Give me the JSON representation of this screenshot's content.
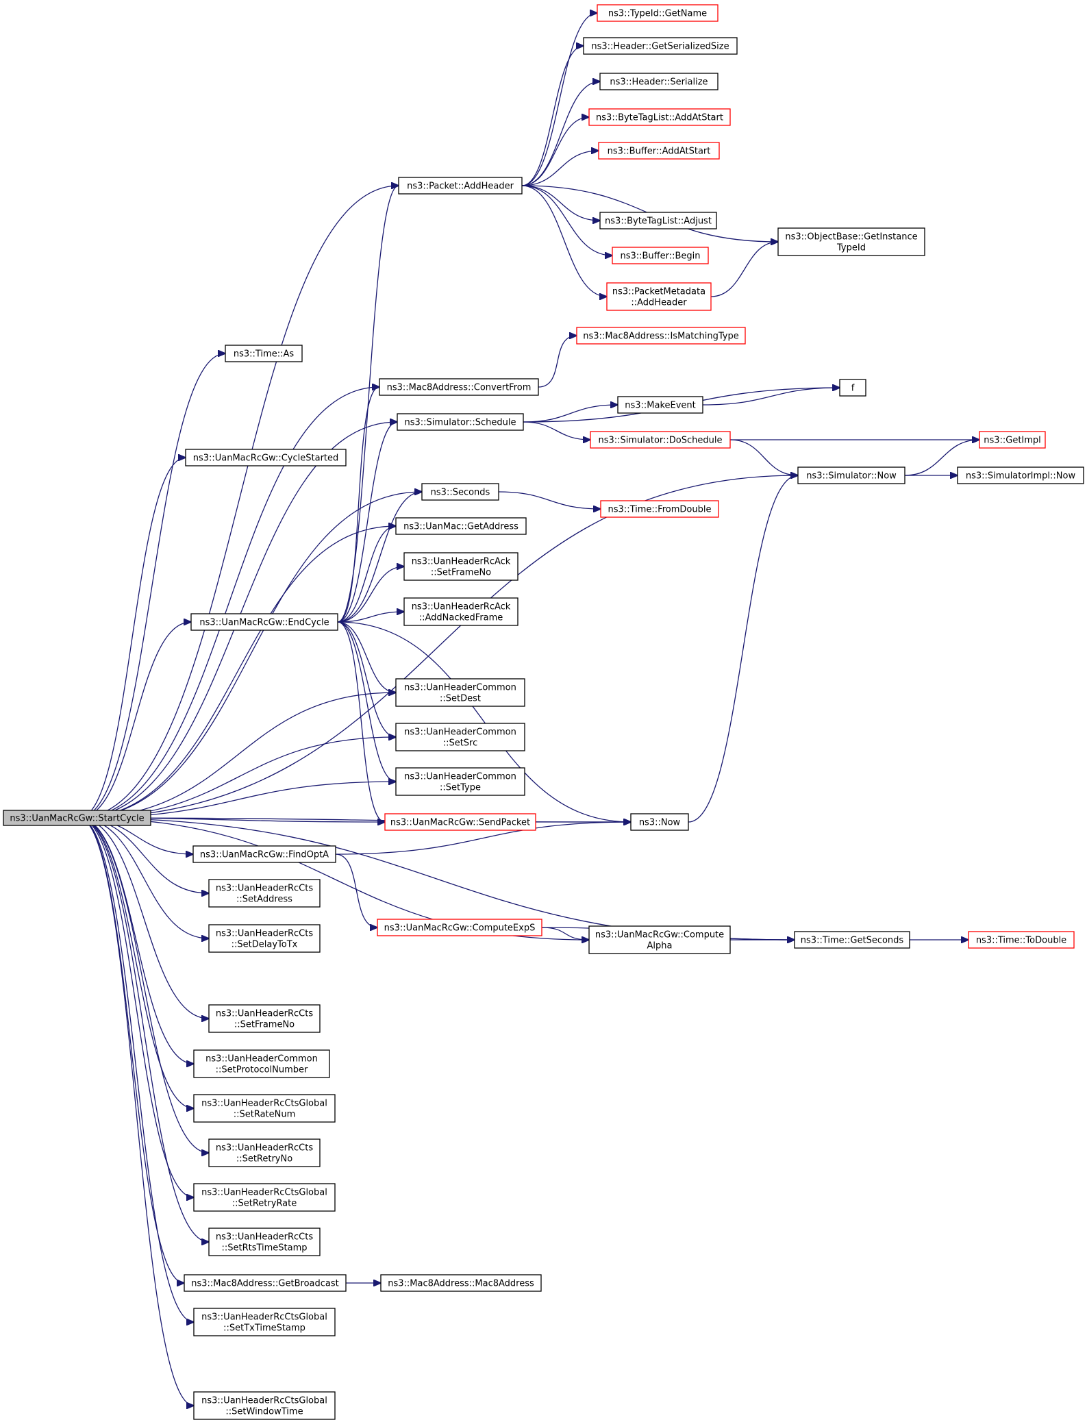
{
  "graph": {
    "root": "ns3::UanMacRcGw::StartCycle",
    "colors": {
      "edge": "#191970",
      "default_border": "#000000",
      "truncated_border": "#ff0000",
      "root_fill": "#bfbfbf"
    },
    "nodes": [
      {
        "id": "startcycle",
        "lines": [
          "ns3::UanMacRcGw::StartCycle"
        ],
        "style": "root"
      },
      {
        "id": "typeid_getname",
        "lines": [
          "ns3::TypeId::GetName"
        ],
        "style": "red"
      },
      {
        "id": "header_getserializedsize",
        "lines": [
          "ns3::Header::GetSerializedSize"
        ],
        "style": "black"
      },
      {
        "id": "header_serialize",
        "lines": [
          "ns3::Header::Serialize"
        ],
        "style": "black"
      },
      {
        "id": "bytetaglist_addatstart",
        "lines": [
          "ns3::ByteTagList::AddAtStart"
        ],
        "style": "red"
      },
      {
        "id": "buffer_addatstart",
        "lines": [
          "ns3::Buffer::AddAtStart"
        ],
        "style": "red"
      },
      {
        "id": "packet_addheader",
        "lines": [
          "ns3::Packet::AddHeader"
        ],
        "style": "black"
      },
      {
        "id": "bytetaglist_adjust",
        "lines": [
          "ns3::ByteTagList::Adjust"
        ],
        "style": "black"
      },
      {
        "id": "objectbase_getinstancetypeid",
        "lines": [
          "ns3::ObjectBase::GetInstance",
          "TypeId"
        ],
        "style": "black"
      },
      {
        "id": "buffer_begin",
        "lines": [
          "ns3::Buffer::Begin"
        ],
        "style": "red"
      },
      {
        "id": "packetmetadata_addheader",
        "lines": [
          "ns3::PacketMetadata",
          "::AddHeader"
        ],
        "style": "red"
      },
      {
        "id": "mac8_ismatchingtype",
        "lines": [
          "ns3::Mac8Address::IsMatchingType"
        ],
        "style": "red"
      },
      {
        "id": "time_as",
        "lines": [
          "ns3::Time::As"
        ],
        "style": "black"
      },
      {
        "id": "mac8_convertfrom",
        "lines": [
          "ns3::Mac8Address::ConvertFrom"
        ],
        "style": "black"
      },
      {
        "id": "f",
        "lines": [
          "f"
        ],
        "style": "black"
      },
      {
        "id": "makeevent",
        "lines": [
          "ns3::MakeEvent"
        ],
        "style": "black"
      },
      {
        "id": "simulator_schedule",
        "lines": [
          "ns3::Simulator::Schedule"
        ],
        "style": "black"
      },
      {
        "id": "simulator_doschedule",
        "lines": [
          "ns3::Simulator::DoSchedule"
        ],
        "style": "red"
      },
      {
        "id": "getimpl",
        "lines": [
          "ns3::GetImpl"
        ],
        "style": "red"
      },
      {
        "id": "cyclestarted",
        "lines": [
          "ns3::UanMacRcGw::CycleStarted"
        ],
        "style": "black"
      },
      {
        "id": "simulator_now",
        "lines": [
          "ns3::Simulator::Now"
        ],
        "style": "black"
      },
      {
        "id": "simulatorimpl_now",
        "lines": [
          "ns3::SimulatorImpl::Now"
        ],
        "style": "black"
      },
      {
        "id": "seconds",
        "lines": [
          "ns3::Seconds"
        ],
        "style": "black"
      },
      {
        "id": "time_fromdouble",
        "lines": [
          "ns3::Time::FromDouble"
        ],
        "style": "red"
      },
      {
        "id": "uanmac_getaddress",
        "lines": [
          "ns3::UanMac::GetAddress"
        ],
        "style": "black"
      },
      {
        "id": "ack_setframeno",
        "lines": [
          "ns3::UanHeaderRcAck",
          "::SetFrameNo"
        ],
        "style": "black"
      },
      {
        "id": "endcycle",
        "lines": [
          "ns3::UanMacRcGw::EndCycle"
        ],
        "style": "black"
      },
      {
        "id": "ack_addnackedframe",
        "lines": [
          "ns3::UanHeaderRcAck",
          "::AddNackedFrame"
        ],
        "style": "black"
      },
      {
        "id": "common_setdest",
        "lines": [
          "ns3::UanHeaderCommon",
          "::SetDest"
        ],
        "style": "black"
      },
      {
        "id": "common_setsrc",
        "lines": [
          "ns3::UanHeaderCommon",
          "::SetSrc"
        ],
        "style": "black"
      },
      {
        "id": "common_settype",
        "lines": [
          "ns3::UanHeaderCommon",
          "::SetType"
        ],
        "style": "black"
      },
      {
        "id": "sendpacket",
        "lines": [
          "ns3::UanMacRcGw::SendPacket"
        ],
        "style": "red"
      },
      {
        "id": "now",
        "lines": [
          "ns3::Now"
        ],
        "style": "black"
      },
      {
        "id": "findopta",
        "lines": [
          "ns3::UanMacRcGw::FindOptA"
        ],
        "style": "black"
      },
      {
        "id": "cts_setaddress",
        "lines": [
          "ns3::UanHeaderRcCts",
          "::SetAddress"
        ],
        "style": "black"
      },
      {
        "id": "computeexps",
        "lines": [
          "ns3::UanMacRcGw::ComputeExpS"
        ],
        "style": "red"
      },
      {
        "id": "computealpha",
        "lines": [
          "ns3::UanMacRcGw::Compute",
          "Alpha"
        ],
        "style": "black"
      },
      {
        "id": "time_getseconds",
        "lines": [
          "ns3::Time::GetSeconds"
        ],
        "style": "black"
      },
      {
        "id": "time_todouble",
        "lines": [
          "ns3::Time::ToDouble"
        ],
        "style": "red"
      },
      {
        "id": "cts_setdelaytotx",
        "lines": [
          "ns3::UanHeaderRcCts",
          "::SetDelayToTx"
        ],
        "style": "black"
      },
      {
        "id": "cts_setframeno",
        "lines": [
          "ns3::UanHeaderRcCts",
          "::SetFrameNo"
        ],
        "style": "black"
      },
      {
        "id": "common_setprotocolnumber",
        "lines": [
          "ns3::UanHeaderCommon",
          "::SetProtocolNumber"
        ],
        "style": "black"
      },
      {
        "id": "ctsg_setratenum",
        "lines": [
          "ns3::UanHeaderRcCtsGlobal",
          "::SetRateNum"
        ],
        "style": "black"
      },
      {
        "id": "cts_setretryno",
        "lines": [
          "ns3::UanHeaderRcCts",
          "::SetRetryNo"
        ],
        "style": "black"
      },
      {
        "id": "ctsg_setretryrate",
        "lines": [
          "ns3::UanHeaderRcCtsGlobal",
          "::SetRetryRate"
        ],
        "style": "black"
      },
      {
        "id": "cts_setrtstimestamp",
        "lines": [
          "ns3::UanHeaderRcCts",
          "::SetRtsTimeStamp"
        ],
        "style": "black"
      },
      {
        "id": "mac8_getbroadcast",
        "lines": [
          "ns3::Mac8Address::GetBroadcast"
        ],
        "style": "black"
      },
      {
        "id": "mac8_mac8address",
        "lines": [
          "ns3::Mac8Address::Mac8Address"
        ],
        "style": "black"
      },
      {
        "id": "ctsg_settxtimestamp",
        "lines": [
          "ns3::UanHeaderRcCtsGlobal",
          "::SetTxTimeStamp"
        ],
        "style": "black"
      },
      {
        "id": "ctsg_setwindowtime",
        "lines": [
          "ns3::UanHeaderRcCtsGlobal",
          "::SetWindowTime"
        ],
        "style": "black"
      }
    ],
    "edges": [
      [
        "startcycle",
        "packet_addheader"
      ],
      [
        "startcycle",
        "time_as"
      ],
      [
        "startcycle",
        "mac8_convertfrom"
      ],
      [
        "startcycle",
        "simulator_schedule"
      ],
      [
        "startcycle",
        "cyclestarted"
      ],
      [
        "startcycle",
        "simulator_now"
      ],
      [
        "startcycle",
        "seconds"
      ],
      [
        "startcycle",
        "uanmac_getaddress"
      ],
      [
        "startcycle",
        "endcycle"
      ],
      [
        "startcycle",
        "common_setdest"
      ],
      [
        "startcycle",
        "common_setsrc"
      ],
      [
        "startcycle",
        "common_settype"
      ],
      [
        "startcycle",
        "sendpacket"
      ],
      [
        "startcycle",
        "now"
      ],
      [
        "startcycle",
        "findopta"
      ],
      [
        "startcycle",
        "cts_setaddress"
      ],
      [
        "startcycle",
        "cts_setdelaytotx"
      ],
      [
        "startcycle",
        "time_getseconds"
      ],
      [
        "startcycle",
        "cts_setframeno"
      ],
      [
        "startcycle",
        "common_setprotocolnumber"
      ],
      [
        "startcycle",
        "ctsg_setratenum"
      ],
      [
        "startcycle",
        "cts_setretryno"
      ],
      [
        "startcycle",
        "ctsg_setretryrate"
      ],
      [
        "startcycle",
        "cts_setrtstimestamp"
      ],
      [
        "startcycle",
        "mac8_getbroadcast"
      ],
      [
        "startcycle",
        "ctsg_settxtimestamp"
      ],
      [
        "startcycle",
        "computealpha"
      ],
      [
        "startcycle",
        "ctsg_setwindowtime"
      ],
      [
        "packet_addheader",
        "typeid_getname"
      ],
      [
        "packet_addheader",
        "header_getserializedsize"
      ],
      [
        "packet_addheader",
        "header_serialize"
      ],
      [
        "packet_addheader",
        "bytetaglist_addatstart"
      ],
      [
        "packet_addheader",
        "buffer_addatstart"
      ],
      [
        "packet_addheader",
        "objectbase_getinstancetypeid"
      ],
      [
        "packet_addheader",
        "bytetaglist_adjust"
      ],
      [
        "packet_addheader",
        "buffer_begin"
      ],
      [
        "packet_addheader",
        "packetmetadata_addheader"
      ],
      [
        "packetmetadata_addheader",
        "objectbase_getinstancetypeid"
      ],
      [
        "mac8_convertfrom",
        "mac8_ismatchingtype"
      ],
      [
        "simulator_schedule",
        "f"
      ],
      [
        "simulator_schedule",
        "makeevent"
      ],
      [
        "simulator_schedule",
        "simulator_doschedule"
      ],
      [
        "makeevent",
        "f"
      ],
      [
        "simulator_doschedule",
        "getimpl"
      ],
      [
        "simulator_doschedule",
        "simulator_now"
      ],
      [
        "simulator_now",
        "getimpl"
      ],
      [
        "simulator_now",
        "simulatorimpl_now"
      ],
      [
        "seconds",
        "time_fromdouble"
      ],
      [
        "endcycle",
        "packet_addheader"
      ],
      [
        "endcycle",
        "mac8_convertfrom"
      ],
      [
        "endcycle",
        "simulator_schedule"
      ],
      [
        "endcycle",
        "seconds"
      ],
      [
        "endcycle",
        "uanmac_getaddress"
      ],
      [
        "endcycle",
        "ack_setframeno"
      ],
      [
        "endcycle",
        "ack_addnackedframe"
      ],
      [
        "endcycle",
        "common_setdest"
      ],
      [
        "endcycle",
        "common_setsrc"
      ],
      [
        "endcycle",
        "common_settype"
      ],
      [
        "endcycle",
        "sendpacket"
      ],
      [
        "endcycle",
        "now"
      ],
      [
        "sendpacket",
        "now"
      ],
      [
        "now",
        "simulator_now"
      ],
      [
        "findopta",
        "now"
      ],
      [
        "findopta",
        "computeexps"
      ],
      [
        "computeexps",
        "computealpha"
      ],
      [
        "computeexps",
        "time_getseconds"
      ],
      [
        "computealpha",
        "time_getseconds"
      ],
      [
        "time_getseconds",
        "time_todouble"
      ],
      [
        "mac8_getbroadcast",
        "mac8_mac8address"
      ]
    ]
  }
}
